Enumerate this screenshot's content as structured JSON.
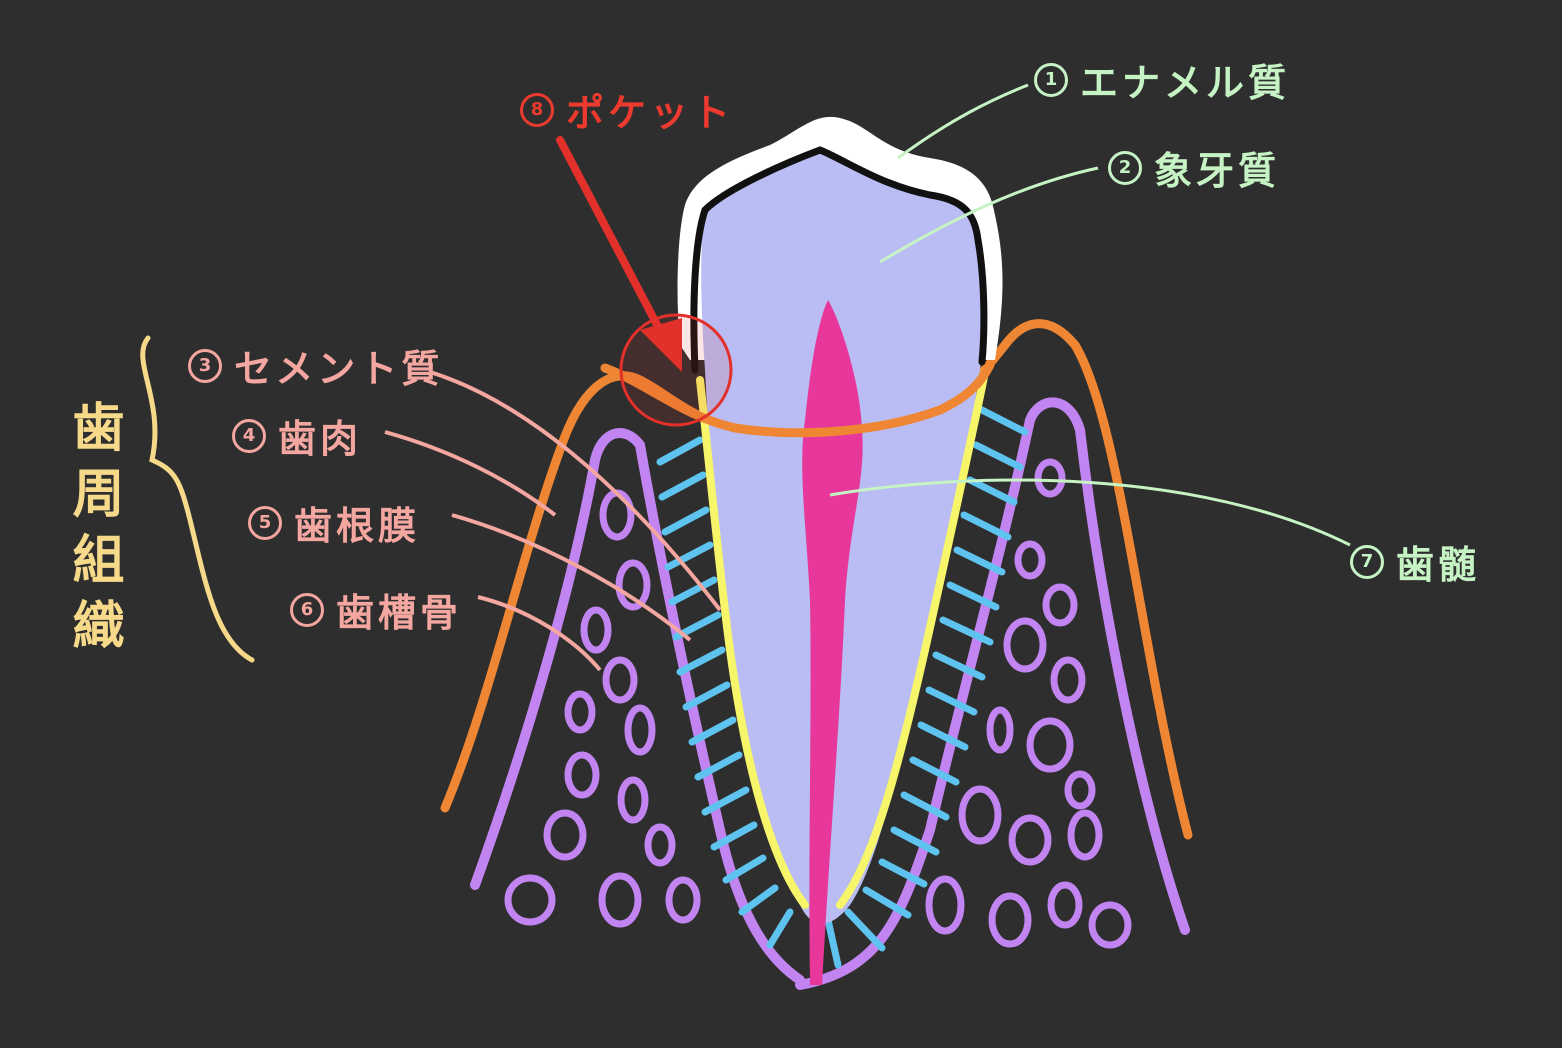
{
  "labels": {
    "enamel": {
      "num": "1",
      "text": "エナメル質"
    },
    "dentin": {
      "num": "2",
      "text": "象牙質"
    },
    "cementum": {
      "num": "3",
      "text": "セメント質"
    },
    "gingiva": {
      "num": "4",
      "text": "歯肉"
    },
    "pdl": {
      "num": "5",
      "text": "歯根膜"
    },
    "alveolar_bone": {
      "num": "6",
      "text": "歯槽骨"
    },
    "pulp": {
      "num": "7",
      "text": "歯髄"
    },
    "pocket": {
      "num": "8",
      "text": "ポケット"
    }
  },
  "group_label": "歯周組織",
  "colors": {
    "background": "#2e2e2e",
    "enamel": "#ffffff",
    "dentin": "#b9bdf3",
    "pulp": "#e8379a",
    "cementum": "#f7f56a",
    "pdl": "#5ec4ef",
    "bone": "#c184f0",
    "gingiva": "#ef8633",
    "pocket": "#e2302a",
    "leader_green": "#c6f3c4",
    "leader_pink": "#f4a6a0",
    "brace": "#f7d98a"
  }
}
